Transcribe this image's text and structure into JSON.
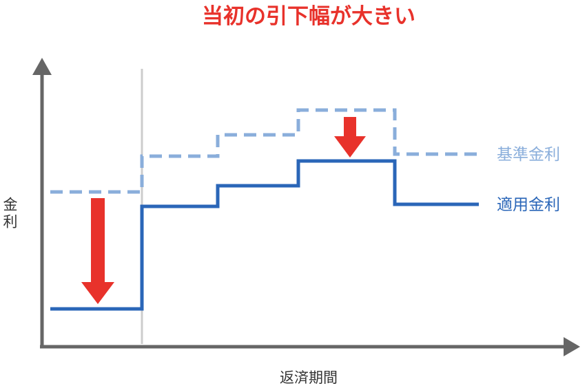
{
  "title": "当初の引下幅が大きい",
  "y_axis_label": "金利",
  "x_axis_label": "返済期間",
  "series": [
    {
      "name": "基準金利",
      "color": "#8aaedb",
      "style": "dashed"
    },
    {
      "name": "適用金利",
      "color": "#2a66b8",
      "style": "solid"
    }
  ],
  "colors": {
    "title": "#e8322b",
    "arrow": "#e8322b",
    "axis": "#666666",
    "divider": "#cccccc",
    "axis_label": "#333333"
  }
}
